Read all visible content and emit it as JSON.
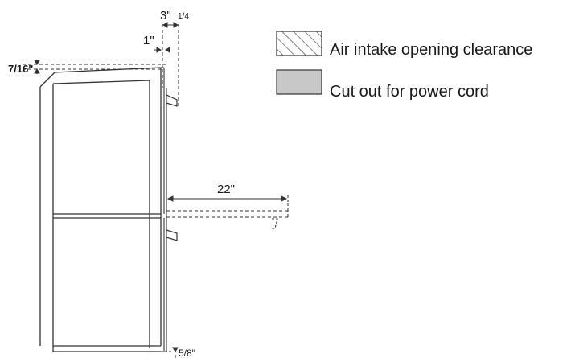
{
  "diagram": {
    "dimensions": {
      "top_gap": "3\"",
      "top_gap_fraction": "1/4",
      "side_gap": "1\"",
      "top_offset": "7/16\"",
      "door_depth": "22\"",
      "bottom_offset": "5/8\""
    },
    "legend": [
      {
        "label": "Air intake opening clearance",
        "swatch": "hatched"
      },
      {
        "label": "Cut out for power cord",
        "swatch": "#c8c8c8"
      }
    ]
  }
}
